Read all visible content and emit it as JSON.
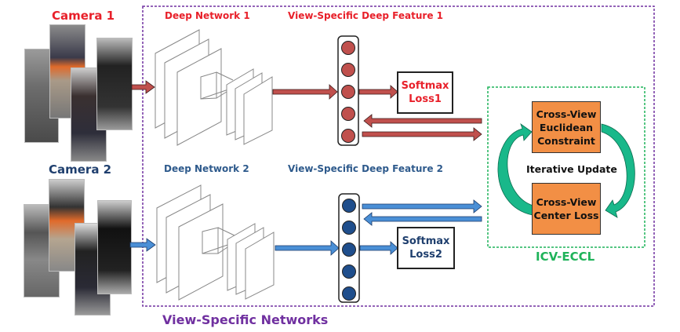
{
  "cameras": [
    {
      "label": "Camera 1",
      "people_count": 4
    },
    {
      "label": "Camera 2",
      "people_count": 4
    }
  ],
  "networks": [
    {
      "label": "Deep Network 1"
    },
    {
      "label": "Deep Network 2"
    }
  ],
  "features": [
    {
      "label": "View-Specific Deep Feature 1",
      "nodes": 5
    },
    {
      "label": "View-Specific Deep Feature 2",
      "nodes": 5
    }
  ],
  "losses": [
    {
      "line1": "Softmax",
      "line2": "Loss1"
    },
    {
      "line1": "Softmax",
      "line2": "Loss2"
    }
  ],
  "icv": {
    "euclidean": {
      "line1": "Cross-View",
      "line2": "Euclidean",
      "line3": "Constraint"
    },
    "center": {
      "line1": "Cross-View",
      "line2": "Center Loss"
    },
    "iterative_label": "Iterative Update",
    "title": "ICV-ECCL"
  },
  "outer_title": "View-Specific Networks",
  "colors": {
    "view1_arrow": "#c0504d",
    "view1_node": "#c0504d",
    "view2_arrow": "#4a8fd6",
    "view2_node": "#1f4e8c",
    "orange_box": "#f28f45",
    "cycle_arrow": "#19b88a",
    "outer_border": "#7030a0",
    "icv_border": "#1fb35a"
  }
}
